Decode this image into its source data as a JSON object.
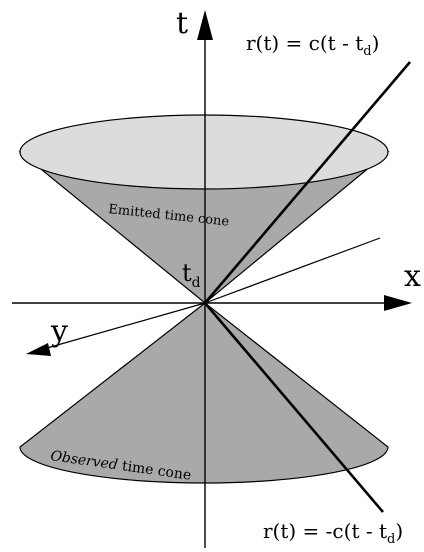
{
  "axes": {
    "t_label": "t",
    "x_label": "x",
    "y_label": "y"
  },
  "origin_label": {
    "main": "t",
    "sub": "d"
  },
  "cones": {
    "upper_label": "Emitted time cone",
    "lower_label_italic": "Observed",
    "lower_label_rest": " time cone"
  },
  "equations": {
    "upper": {
      "prefix": "r(t) = c(t - t",
      "sub": "d",
      "suffix": ")"
    },
    "lower": {
      "prefix": "r(t) = -c(t - t",
      "sub": "d",
      "suffix": ")"
    }
  },
  "colors": {
    "cone": "#a9a9a9",
    "cap": "#dcdcdc",
    "lines": "#000000"
  }
}
